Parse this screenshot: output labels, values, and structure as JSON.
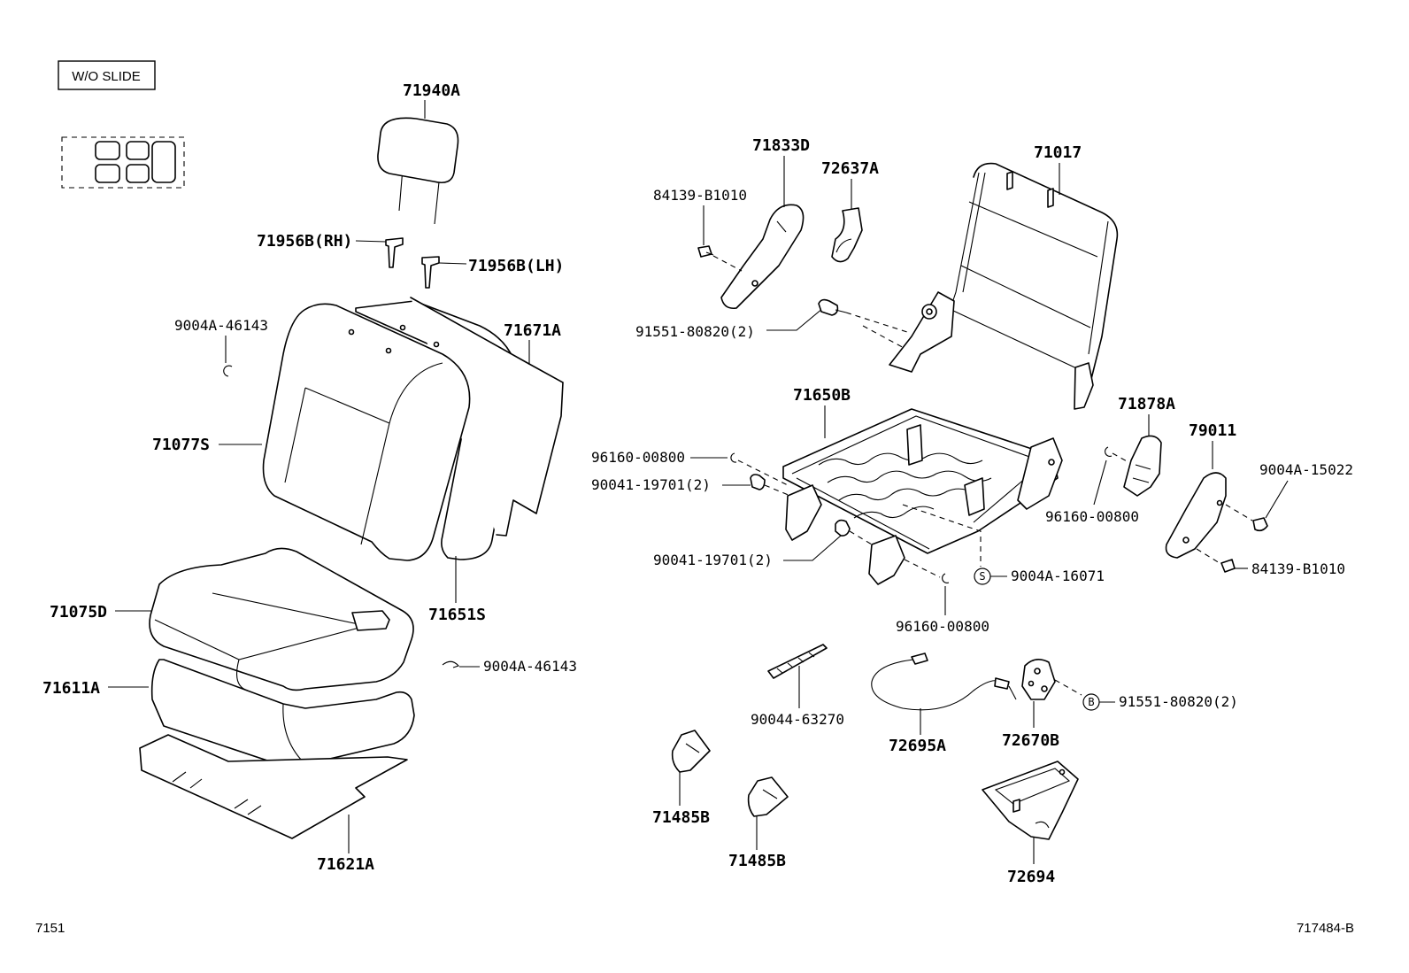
{
  "box_label": "W/O SLIDE",
  "labels": {
    "l71940A": "71940A",
    "l71956B_RH": "71956B(RH)",
    "l71956B_LH": "71956B(LH)",
    "l9004A_46143_a": "9004A-46143",
    "l71671A": "71671A",
    "l71077S": "71077S",
    "l71651S": "71651S",
    "l71075D": "71075D",
    "l71611A": "71611A",
    "l9004A_46143_b": "9004A-46143",
    "l71621A": "71621A",
    "l71833D": "71833D",
    "l72637A": "72637A",
    "l84139_B1010_a": "84139-B1010",
    "l91551_80820_a": "91551-80820(2)",
    "l71017": "71017",
    "l71650B": "71650B",
    "l96160_00800_a": "96160-00800",
    "l90041_19701_a": "90041-19701(2)",
    "l90041_19701_b": "90041-19701(2)",
    "l71878A": "71878A",
    "l79011": "79011",
    "l9004A_15022": "9004A-15022",
    "l96160_00800_b": "96160-00800",
    "l84139_B1010_b": "84139-B1010",
    "l9004A_16071": "9004A-16071",
    "l96160_00800_c": "96160-00800",
    "l90044_63270": "90044-63270",
    "l72695A": "72695A",
    "l72670B": "72670B",
    "l91551_80820_b": "91551-80820(2)",
    "l71485B_a": "71485B",
    "l71485B_b": "71485B",
    "l72694": "72694"
  },
  "circle_marks": {
    "s_mark": "S",
    "b_mark": "B"
  },
  "footer": {
    "left_code": "7151",
    "right_code": "717484-B"
  }
}
